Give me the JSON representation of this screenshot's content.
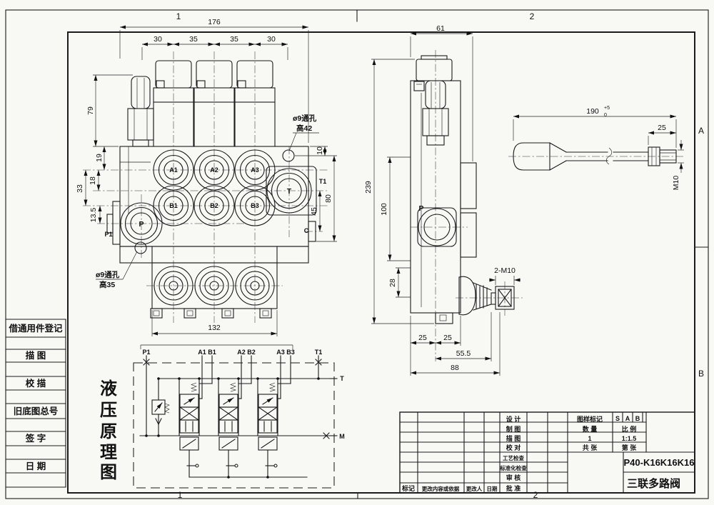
{
  "sheet": {
    "zones": {
      "top1": "1",
      "top2": "2",
      "bottom1": "1",
      "bottom2": "2",
      "rightA": "A",
      "rightB": "B"
    },
    "margin_labels": [
      "借通用件登记",
      "描 图",
      "校 描",
      "旧底图总号",
      "签 字",
      "日 期"
    ]
  },
  "front_view": {
    "dim_overall_width": "176",
    "dim_sp1": "30",
    "dim_sp2": "35",
    "dim_sp3": "35",
    "dim_sp4": "30",
    "dim_relief_height": "79",
    "dim_19": "19",
    "dim_18": "18",
    "dim_33": "33",
    "dim_13_5": "13.5",
    "dim_10": "10",
    "dim_80": "80",
    "dim_45": "45",
    "dim_bottom_width": "132",
    "note_hole_top_line1": "ø9通孔",
    "note_hole_top_line2": "高42",
    "note_hole_bottom_line1": "ø9通孔",
    "note_hole_bottom_line2": "高35",
    "ports": {
      "a1": "A1",
      "a2": "A2",
      "a3": "A3",
      "b1": "B1",
      "b2": "B2",
      "b3": "B3",
      "t": "T",
      "p": "P",
      "p1": "P1",
      "t1": "T1",
      "c": "C"
    }
  },
  "side_view": {
    "dim_width": "61",
    "dim_height": "239",
    "dim_100": "100",
    "dim_28": "28",
    "dim_25a": "25",
    "dim_25b": "25",
    "dim_55_5": "55.5",
    "dim_88": "88",
    "port_p": "P",
    "thread_note": "2-M10"
  },
  "handle_view": {
    "dim_length": "190",
    "tol_upper": "+5",
    "tol_lower": "0",
    "dim_25": "25",
    "thread": "M10"
  },
  "schematic": {
    "title_chars": [
      "液",
      "压",
      "原",
      "理",
      "图"
    ],
    "ports": {
      "p1": "P1",
      "a1": "A1",
      "b1": "B1",
      "a2": "A2",
      "b2": "B2",
      "a3": "A3",
      "b3": "B3",
      "t1": "T1"
    },
    "tank_label": "T",
    "m_label": "M"
  },
  "title_block": {
    "row_labels": [
      "设 计",
      "制 图",
      "描 图",
      "校 对",
      "工艺检查",
      "标准化检查",
      "审 核",
      "批 准"
    ],
    "mark_header": "图样标记",
    "stage_marks": [
      "S",
      "A",
      "B"
    ],
    "qty_header": "数 量",
    "scale_header": "比 例",
    "qty_value": "1",
    "scale_value": "1:1.5",
    "total_sheets": "共 张",
    "sheet_no": "第 张",
    "part_number": "P40-K16K16K16",
    "part_name": "三联多路阀",
    "rev_mark": "标记",
    "rev_content": "更改内容或依据",
    "rev_person": "更改人",
    "rev_date": "日期"
  }
}
